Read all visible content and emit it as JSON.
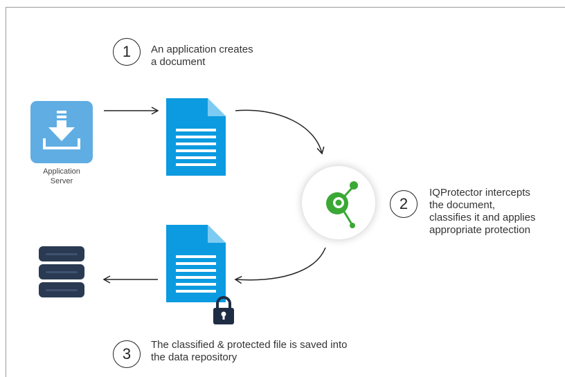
{
  "steps": [
    {
      "number": "1",
      "lines": [
        "An application creates",
        "a document"
      ]
    },
    {
      "number": "2",
      "lines": [
        "IQProtector intercepts",
        "the document,",
        "classifies it and applies",
        "appropriate protection"
      ]
    },
    {
      "number": "3",
      "lines": [
        "The classified & protected file is saved into",
        "the data repository"
      ]
    }
  ],
  "server": {
    "label_lines": [
      "Application",
      "Server"
    ],
    "icon": "download-icon"
  },
  "icons": {
    "document": "document-icon",
    "protected_document": "document-icon",
    "lock": "lock-icon",
    "logo": "iqprotector-logo",
    "repository": "database-icon"
  },
  "colors": {
    "server_bg": "#60ade3",
    "document": "#0c9be0",
    "logo_green": "#3aa835",
    "database": "#2a3a52",
    "lock": "#1f2d44"
  }
}
